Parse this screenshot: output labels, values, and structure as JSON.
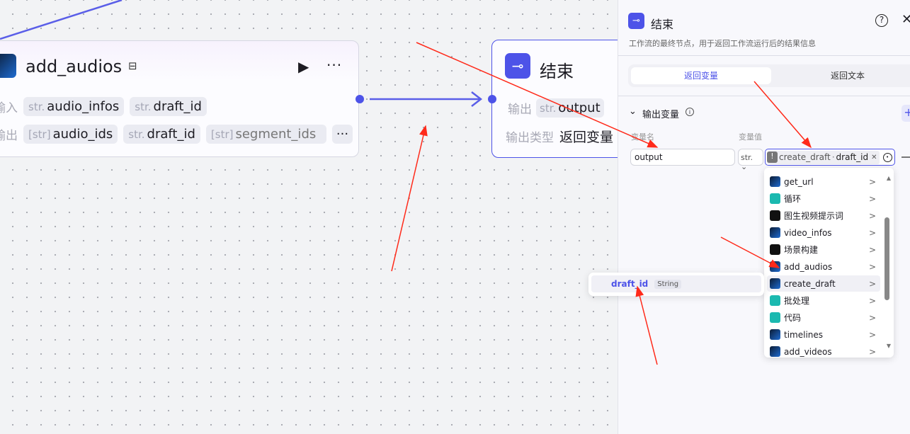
{
  "canvas": {
    "audio_node": {
      "title": "add_audios",
      "input_label": "输入",
      "output_label": "输出",
      "inputs": [
        {
          "type": "str.",
          "name": "audio_infos"
        },
        {
          "type": "str.",
          "name": "draft_id"
        }
      ],
      "outputs": [
        {
          "type": "[str]",
          "name": "audio_ids"
        },
        {
          "type": "str.",
          "name": "draft_id"
        },
        {
          "type": "[str]",
          "name": "segment_ids"
        }
      ],
      "more": "···"
    },
    "end_node": {
      "title": "结束",
      "output_label": "输出",
      "output_tag_type": "str.",
      "output_tag_name": "output",
      "output_type_label": "输出类型",
      "output_type_value": "返回变量"
    }
  },
  "panel": {
    "title": "结束",
    "description": "工作流的最终节点，用于返回工作流运行后的结果信息",
    "tabs": [
      {
        "label": "返回变量",
        "active": true
      },
      {
        "label": "返回文本",
        "active": false
      }
    ],
    "section_title": "输出变量",
    "col_name": "变量名",
    "col_value": "变量值",
    "var_name": "output",
    "var_type": "str.",
    "ref_node": "create_draft",
    "ref_sep": "·",
    "ref_field": "draft_id"
  },
  "dropdown": {
    "items": [
      {
        "label": "get_url",
        "icon": "plugin"
      },
      {
        "label": "循环",
        "icon": "loop"
      },
      {
        "label": "图生视频提示词",
        "icon": "bot"
      },
      {
        "label": "video_infos",
        "icon": "plugin"
      },
      {
        "label": "场景构建",
        "icon": "bot"
      },
      {
        "label": "add_audios",
        "icon": "plugin"
      },
      {
        "label": "create_draft",
        "icon": "plugin",
        "hovered": true
      },
      {
        "label": "批处理",
        "icon": "batch"
      },
      {
        "label": "代码",
        "icon": "code"
      },
      {
        "label": "timelines",
        "icon": "plugin"
      },
      {
        "label": "add_videos",
        "icon": "plugin"
      }
    ]
  },
  "submenu": {
    "field": "draft_id",
    "type": "String"
  },
  "colors": {
    "accent": "#4d53e8",
    "annotation": "#ff2a1a",
    "teal": "#1bb9b0"
  }
}
